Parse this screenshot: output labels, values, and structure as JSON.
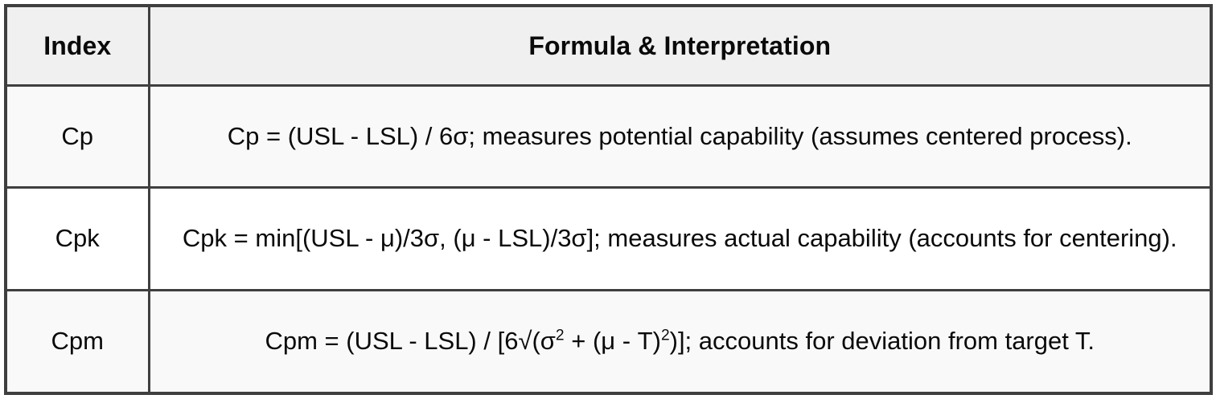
{
  "table": {
    "headers": {
      "index": "Index",
      "formula": "Formula & Interpretation"
    },
    "rows": [
      {
        "index": "Cp",
        "formula": "Cp = (USL - LSL) / 6σ; measures potential capability (assumes centered process)."
      },
      {
        "index": "Cpk",
        "formula": "Cpk = min[(USL - μ)/3σ, (μ - LSL)/3σ]; measures actual capability (accounts for centering)."
      },
      {
        "index": "Cpm",
        "formula_pre": "Cpm = (USL - LSL) / [6√(σ",
        "formula_sup1": "2",
        "formula_mid": " + (μ - T)",
        "formula_sup2": "2",
        "formula_post": ")]; accounts for deviation from target T."
      }
    ]
  },
  "colors": {
    "border": "#3f3f3f",
    "header_background": "#f0f0f0",
    "row_alt_background": "#f9f9f9",
    "row_plain_background": "#ffffff",
    "text": "#0a0a0a"
  }
}
